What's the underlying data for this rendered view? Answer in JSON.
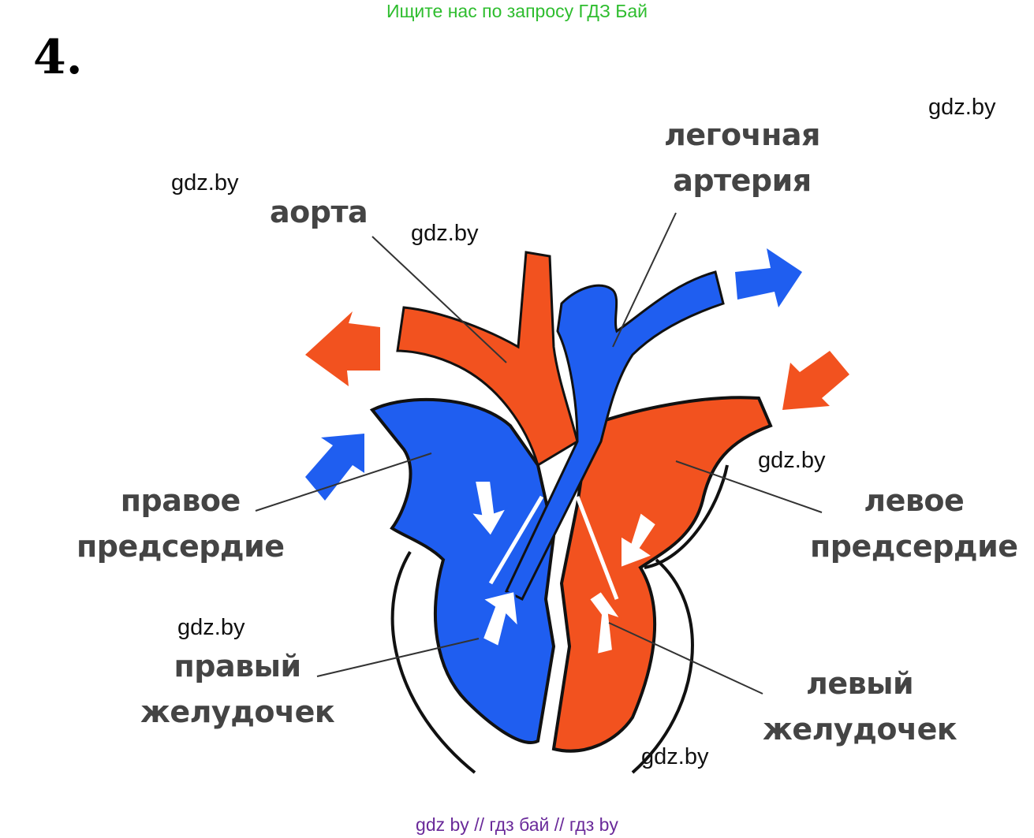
{
  "banner": "Ищите нас по запросу ГДЗ Бай",
  "task_number": "4.",
  "labels": {
    "aorta": "аорта",
    "pulmonary_artery_line1": "легочная",
    "pulmonary_artery_line2": "артерия",
    "right_atrium_line1": "правое",
    "right_atrium_line2": "предсердие",
    "left_atrium_line1": "левое",
    "left_atrium_line2": "предсердие",
    "right_ventricle_line1": "правый",
    "right_ventricle_line2": "желудочек",
    "left_ventricle_line1": "левый",
    "left_ventricle_line2": "желудочек"
  },
  "watermarks": [
    "gdz.by",
    "gdz.by",
    "gdz.by",
    "gdz.by",
    "gdz.by",
    "gdz.by"
  ],
  "footer": "gdz by  //  гдз бай  //  гдз by",
  "colors": {
    "oxygenated": "#f2521f",
    "deoxygenated": "#1f5ef0",
    "banner": "#2ebd2e",
    "footer": "#6a2a9a",
    "label": "#444444"
  }
}
